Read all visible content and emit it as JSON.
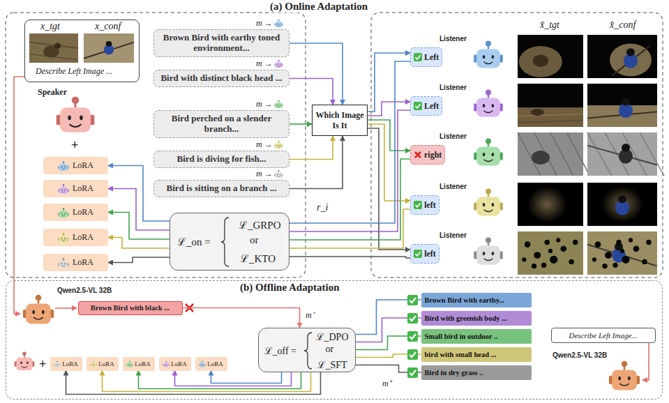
{
  "diagram": {
    "nodes": [
      {
        "text": [
          "x_tgt",
          "x_conf",
          "Describe Left Image ..."
        ]
      },
      {
        "text": [
          "LoRA"
        ]
      },
      {
        "text": [
          "LoRA"
        ]
      },
      {
        "text": [
          "LoRA"
        ]
      },
      {
        "text": [
          "LoRA"
        ]
      },
      {
        "text": [
          "LoRA"
        ]
      },
      {
        "text": [
          "Brown Bird with earthy toned environment..."
        ]
      },
      {
        "text": [
          "Bird with distinct black head ..."
        ]
      },
      {
        "text": [
          "Bird perched on a slender branch..."
        ]
      },
      {
        "text": [
          "Bird is diving for fish..."
        ]
      },
      {
        "text": [
          "Bird is sitting on a branch ..."
        ]
      },
      {
        "text": [
          "Which Image Is It"
        ]
      },
      {
        "text": [
          "Left"
        ]
      },
      {
        "text": [
          "Left"
        ]
      },
      {
        "text": [
          "right"
        ]
      },
      {
        "text": [
          "left"
        ]
      },
      {
        "text": [
          "left"
        ]
      },
      {
        "text": [
          "ℒ_on =",
          "ℒ_GRPO",
          "or",
          "ℒ_KTO"
        ]
      },
      {
        "text": [
          "(b) Offline Adaptation"
        ]
      },
      {
        "text": [
          "Brown Bird with black ..."
        ],
        "in": 18
      },
      {
        "text": [
          "ℒ_off =",
          "ℒ_DPO",
          "or",
          "ℒ_SFT"
        ],
        "in": 18
      },
      {
        "text": [
          "LoRA"
        ],
        "in": 18
      },
      {
        "text": [
          "LoRA"
        ],
        "in": 18
      },
      {
        "text": [
          "LoRA"
        ],
        "in": 18
      },
      {
        "text": [
          "LoRA"
        ],
        "in": 18
      },
      {
        "text": [
          "LoRA"
        ],
        "in": 18
      },
      {
        "text": [
          "Brown Bird with earthy..."
        ],
        "in": 18
      },
      {
        "text": [
          "Bird with greenish body ..."
        ],
        "in": 18
      },
      {
        "text": [
          "Small bird in outdoor .."
        ],
        "in": 18
      },
      {
        "text": [
          "bird with small head ..."
        ],
        "in": 18
      },
      {
        "text": [
          "Bird in dry grass .."
        ],
        "in": 18
      },
      {
        "text": [
          "Describe Left Image..."
        ],
        "in": 18
      }
    ],
    "edges": [
      {
        "from": 6,
        "to": 11,
        "arrow": "to"
      },
      {
        "from": 7,
        "to": 11,
        "arrow": "to"
      },
      {
        "from": 8,
        "to": 11,
        "arrow": "to"
      },
      {
        "from": 9,
        "to": 11,
        "arrow": "to"
      },
      {
        "from": 10,
        "to": 11,
        "arrow": "to"
      },
      {
        "from": 11,
        "to": 12,
        "arrow": "to"
      },
      {
        "from": 11,
        "to": 13,
        "arrow": "to"
      },
      {
        "from": 11,
        "to": 14,
        "arrow": "to"
      },
      {
        "from": 11,
        "to": 15,
        "arrow": "to"
      },
      {
        "from": 11,
        "to": 16,
        "arrow": "to"
      },
      {
        "from": 12,
        "to": 17,
        "arrow": "none"
      },
      {
        "from": 13,
        "to": 17,
        "arrow": "none"
      },
      {
        "from": 14,
        "to": 17,
        "arrow": "none"
      },
      {
        "from": 15,
        "to": 17,
        "arrow": "none"
      },
      {
        "from": 16,
        "to": 17,
        "arrow": "none"
      },
      {
        "from": 17,
        "to": 1,
        "arrow": "to"
      },
      {
        "from": 17,
        "to": 2,
        "arrow": "to"
      },
      {
        "from": 17,
        "to": 3,
        "arrow": "to"
      },
      {
        "from": 17,
        "to": 4,
        "arrow": "to"
      },
      {
        "from": 17,
        "to": 5,
        "arrow": "to"
      },
      {
        "from": 19,
        "to": 20,
        "arrow": "to"
      },
      {
        "from": 26,
        "to": 20,
        "arrow": "none"
      },
      {
        "from": 27,
        "to": 20,
        "arrow": "none"
      },
      {
        "from": 28,
        "to": 20,
        "arrow": "none"
      },
      {
        "from": 29,
        "to": 20,
        "arrow": "none"
      },
      {
        "from": 30,
        "to": 20,
        "arrow": "none"
      },
      {
        "from": 20,
        "to": 21,
        "arrow": "to"
      },
      {
        "from": 20,
        "to": 22,
        "arrow": "to"
      },
      {
        "from": 20,
        "to": 23,
        "arrow": "to"
      },
      {
        "from": 20,
        "to": 24,
        "arrow": "to"
      },
      {
        "from": 20,
        "to": 25,
        "arrow": "to"
      }
    ],
    "labels": [
      "(a) Online Adaptation",
      "Speaker",
      "+",
      "m →",
      "m →",
      "m →",
      "m →",
      "m →",
      "r_i",
      "Listener",
      "Listener",
      "Listener",
      "Listener",
      "Listener",
      "x̂_tgt",
      "x̂_conf",
      "Qwen2.5-VL 32B",
      "m⁻",
      "+",
      "m⁺",
      "Qwen2.5-VL 32B"
    ]
  }
}
